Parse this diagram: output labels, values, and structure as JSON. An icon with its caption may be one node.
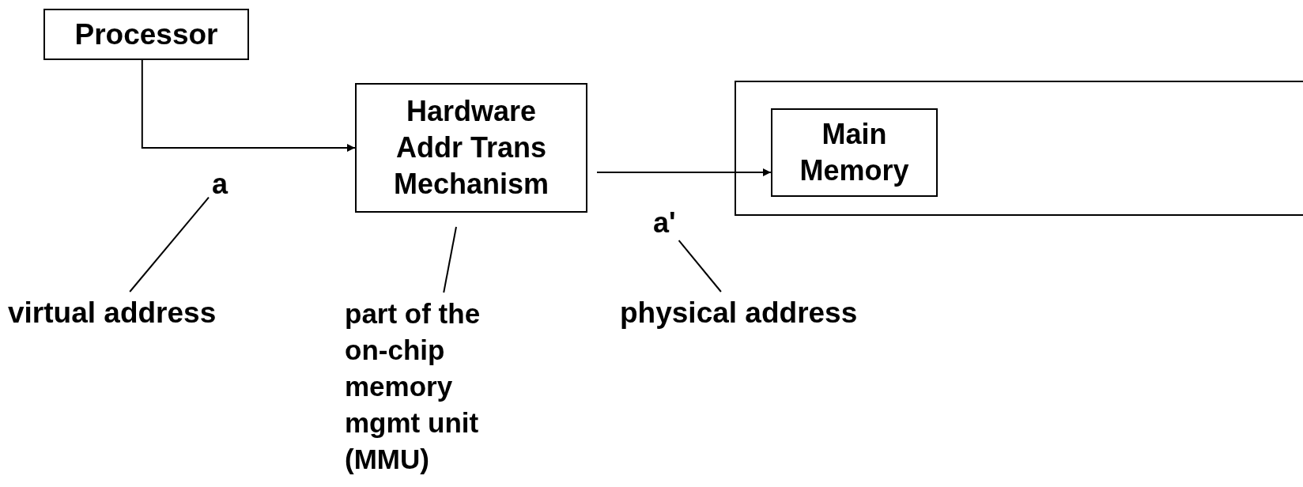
{
  "diagram": {
    "nodes": [
      {
        "text": [
          "Processor"
        ]
      },
      {
        "text": [
          "Hardware Addr Trans Mechanism"
        ]
      },
      {
        "text": [],
        "shape": "box"
      },
      {
        "text": [
          "Main Memory"
        ],
        "in": 2
      },
      {
        "text": [
          "a"
        ]
      },
      {
        "text": [
          "a'"
        ]
      },
      {
        "text": [
          "virtual address"
        ]
      },
      {
        "text": [
          "part of the on-chip memory mgmt unit (MMU)"
        ]
      },
      {
        "text": [
          "physical address"
        ]
      }
    ],
    "edges": [
      {
        "from": 0,
        "to": 1,
        "arrow": "to"
      },
      {
        "from": 1,
        "to": 3,
        "arrow": "to"
      },
      {
        "from": 6,
        "to": 4,
        "arrow": "none"
      },
      {
        "from": 7,
        "to": 1,
        "arrow": "none"
      },
      {
        "from": 8,
        "to": 5,
        "arrow": "none"
      }
    ]
  }
}
